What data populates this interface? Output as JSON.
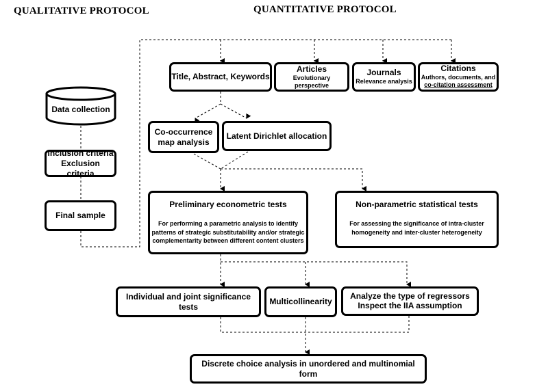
{
  "headings": {
    "qualitative": "QUALITATIVE PROTOCOL",
    "quantitative": "QUANTITATIVE PROTOCOL"
  },
  "qualitative": {
    "data_collection": "Data collection",
    "inclusion": "Inclusion criteria",
    "exclusion": "Exclusion criteria",
    "final_sample": "Final sample"
  },
  "sources": {
    "title_abstract": "Title, Abstract, Keywords",
    "articles": {
      "title": "Articles",
      "sub": "Evolutionary perspective"
    },
    "journals": {
      "title": "Journals",
      "sub": "Relevance analysis"
    },
    "citations": {
      "title": "Citations",
      "sub_line1": "Authors, documents, and",
      "sub_line2": "co-citation assessment"
    }
  },
  "methods": {
    "cooccurrence_line1": "Co-occurrence",
    "cooccurrence_line2": "map analysis",
    "lda": "Latent Dirichlet allocation"
  },
  "tests": {
    "preliminary": {
      "title": "Preliminary econometric tests",
      "line1": "For performing a parametric analysis to identify",
      "line2": "patterns of strategic substitutability and/or strategic",
      "line3": "complementarity between different content clusters"
    },
    "nonparametric": {
      "title": "Non-parametric statistical tests",
      "line1": "For assessing the significance of intra-cluster",
      "line2": "homogeneity and inter-cluster heterogeneity"
    }
  },
  "checks": {
    "significance": "Individual and joint significance tests",
    "multicollinearity": "Multicollinearity",
    "regressors_line1": "Analyze the type of regressors",
    "regressors_line2": "Inspect the IIA assumption"
  },
  "final": {
    "discrete_choice": "Discrete choice analysis in unordered and multinomial form"
  },
  "colors": {
    "stroke": "#000000",
    "background": "#ffffff"
  }
}
